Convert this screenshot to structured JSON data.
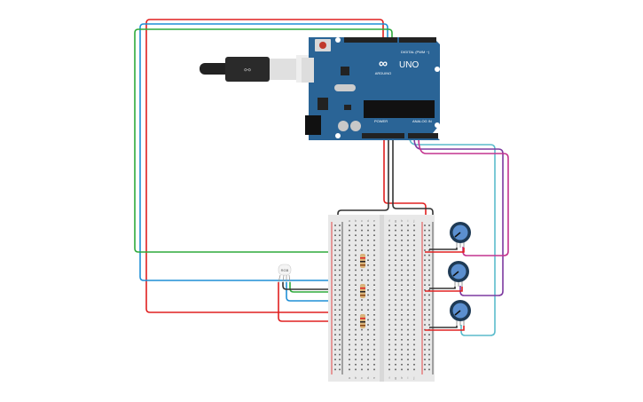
{
  "app": {
    "view": "circuit-schematic"
  },
  "arduino": {
    "brand": "ARDUINO",
    "model": "UNO",
    "digital_label": "DIGITAL (PWM ~)",
    "power_label": "POWER",
    "analog_label": "ANALOG IN",
    "board_color": "#2a6496",
    "header_color": "#222222"
  },
  "breadboard": {
    "columns_left": [
      "a",
      "b",
      "c",
      "d",
      "e"
    ],
    "columns_right": [
      "f",
      "g",
      "h",
      "i",
      "j"
    ],
    "rows": 30,
    "plus": "+",
    "minus": "−"
  },
  "components": {
    "rgb_led_label": "RGB",
    "resistors": 3,
    "potentiometers": 3
  },
  "wire_colors": {
    "red": "#e02020",
    "green": "#2eaa3c",
    "blue": "#1f8fd6",
    "black": "#333333",
    "cyan": "#5bbccc",
    "purple": "#7d3aa0",
    "magenta": "#c4348f"
  }
}
